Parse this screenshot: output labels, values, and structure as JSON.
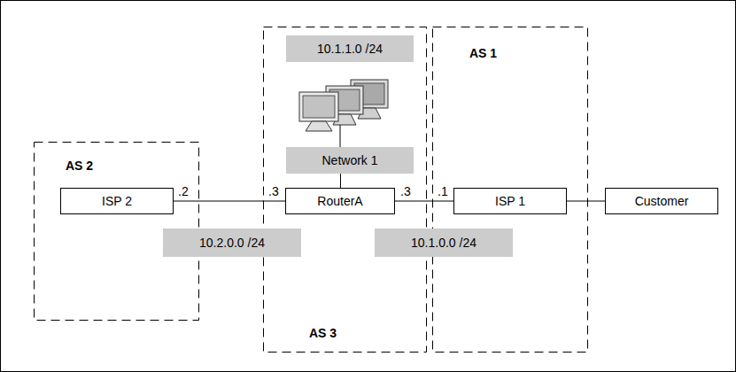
{
  "diagram": {
    "nodes": [
      {
        "text": [
          "AS 2"
        ]
      },
      {
        "text": [
          "ISP 2"
        ],
        "in": 0
      },
      {
        "text": [
          "AS 3"
        ]
      },
      {
        "text": [
          "10.1.1.0 /24"
        ],
        "in": 2
      },
      {
        "text": [
          "Network 1"
        ],
        "in": 2
      },
      {
        "text": [
          "RouterA"
        ],
        "in": 2
      },
      {
        "text": [
          "AS 1"
        ]
      },
      {
        "text": [
          "ISP 1"
        ],
        "in": 6
      },
      {
        "text": [
          "Customer"
        ]
      },
      {
        "text": [
          "10.2.0.0 /24"
        ]
      },
      {
        "text": [
          "10.1.0.0 /24"
        ]
      }
    ],
    "edges": [
      {
        "from": 1,
        "to": 5,
        "arrow": "none"
      },
      {
        "from": 5,
        "to": 7,
        "arrow": "none"
      },
      {
        "from": 7,
        "to": 8,
        "arrow": "none"
      },
      {
        "from": 4,
        "to": 5,
        "arrow": "none"
      }
    ],
    "labels": [
      ".2",
      ".3",
      ".3",
      ".1"
    ]
  }
}
